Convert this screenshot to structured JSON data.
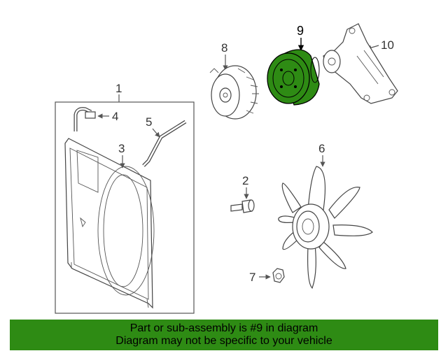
{
  "callouts": [
    "1",
    "2",
    "3",
    "4",
    "5",
    "6",
    "7",
    "8",
    "9",
    "10"
  ],
  "highlight_color": "#2e8b14",
  "banner": {
    "line1": "Part or sub-assembly is #9 in diagram",
    "line2": "Diagram may not be specific to your vehicle"
  }
}
